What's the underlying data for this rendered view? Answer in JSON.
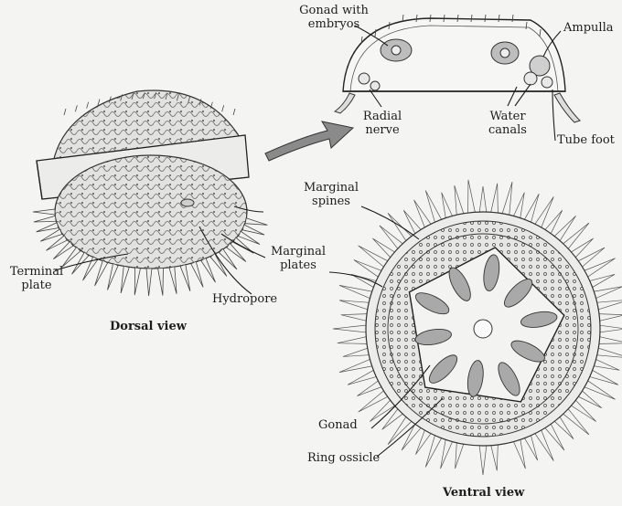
{
  "labels": {
    "gonad_with_embryos": "Gonad with\nembryos",
    "ampulla": "Ampulla",
    "radial_nerve": "Radial\nnerve",
    "water_canals": "Water\ncanals",
    "tube_foot": "Tube foot",
    "marginal_spines": "Marginal\nspines",
    "marginal_plates": "Marginal\nplates",
    "terminal_plate": "Terminal\nplate",
    "hydropore": "Hydropore",
    "gonad": "Gonad",
    "ring_ossicle": "Ring ossicle",
    "dorsal_view": "Dorsal view",
    "ventral_view": "Ventral view"
  },
  "colors": {
    "ink": "#1d1d1d",
    "paper": "#f4f4f2",
    "shade": "#9a9a9a",
    "light": "#dcdcdc"
  }
}
